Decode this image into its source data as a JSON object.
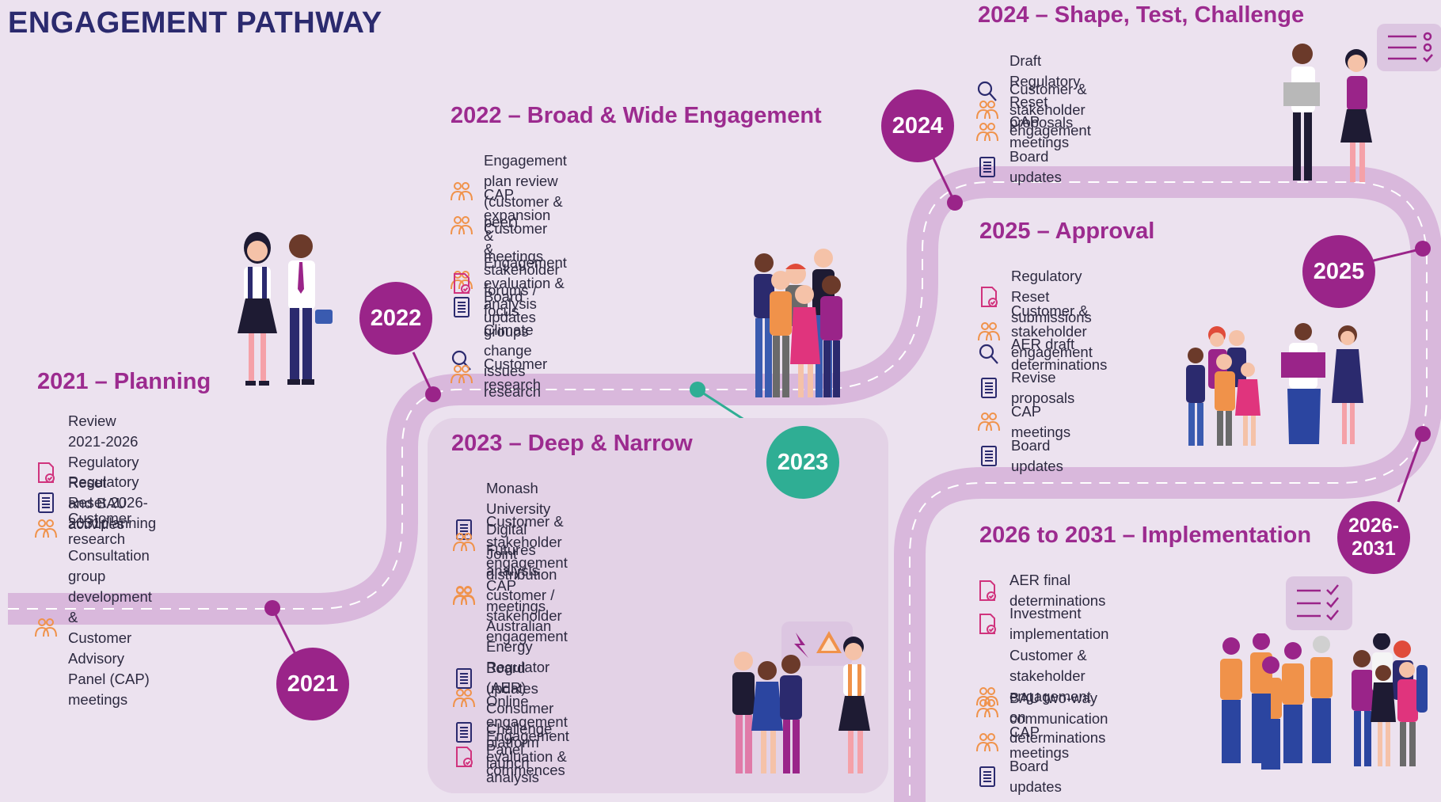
{
  "page_title": "ENGAGEMENT PATHWAY",
  "colors": {
    "background": "#ece2ef",
    "road": "#d9b8dc",
    "purple": "#9a2489",
    "teal": "#2fae94",
    "title": "#2b2a6e",
    "section_title": "#9c2b8f",
    "icon_orange": "#f0924a",
    "icon_navy": "#2b2a6e",
    "icon_pink": "#d0337d"
  },
  "years": {
    "y2021": "2021",
    "y2022": "2022",
    "y2023": "2023",
    "y2024": "2024",
    "y2025": "2025",
    "y2026": "2026-\n2031"
  },
  "sections": {
    "s2021": {
      "title": "2021 – Planning",
      "items": [
        {
          "icon": "document-check-icon",
          "text": "Review 2021-2026 Regulatory Reset\nand BAU activities"
        },
        {
          "icon": "document-icon",
          "text": "Regulatory Reset 2026-2031planning"
        },
        {
          "icon": "people-icon",
          "text": "Customer research"
        },
        {
          "icon": "people-icon",
          "text": "Consultation group development &\nCustomer Advisory Panel (CAP) meetings"
        }
      ]
    },
    "s2022": {
      "title": "2022 – Broad & Wide Engagement",
      "items": [
        {
          "icon": "people-icon",
          "text": "Engagement plan review (customer & peer)"
        },
        {
          "icon": "people-icon",
          "text": "CAP expansion & meetings"
        },
        {
          "icon": "people-icon",
          "text": "Customer & stakeholder forums / focus groups"
        },
        {
          "icon": "document-check-icon",
          "text": "Engagement evaluation & analysis"
        },
        {
          "icon": "document-icon",
          "text": "Board updates"
        },
        {
          "icon": "magnifier-icon",
          "text": "Climate change issues research"
        },
        {
          "icon": "people-icon",
          "text": "Customer research"
        }
      ]
    },
    "s2023": {
      "title": "2023 – Deep & Narrow",
      "items": [
        {
          "icon": "document-icon",
          "text": "Monash University Digital Futures analysis"
        },
        {
          "icon": "people-icon",
          "text": "Customer & stakeholder engagement"
        },
        {
          "icon": "people-icon",
          "text": "Joint distribution customer / stakeholder engagement"
        },
        {
          "icon": "people-icon",
          "text": "CAP meetings"
        },
        {
          "icon": "people-icon",
          "text": "Australian Energy Regulator (AER)\nConsumer Challenge Panel commences"
        },
        {
          "icon": "document-icon",
          "text": "Board updates"
        },
        {
          "icon": "document-icon",
          "text": "Online engagement platform launch"
        },
        {
          "icon": "document-check-icon",
          "text": "Engagement evaluation & analysis"
        }
      ]
    },
    "s2024": {
      "title": "2024 – Shape, Test, Challenge",
      "items": [
        {
          "icon": "magnifier-icon",
          "text": "Draft Regulatory Reset proposals"
        },
        {
          "icon": "people-icon",
          "text": "Customer & stakeholder engagement"
        },
        {
          "icon": "people-icon",
          "text": "CAP meetings"
        },
        {
          "icon": "document-icon",
          "text": "Board updates"
        }
      ]
    },
    "s2025": {
      "title": "2025 – Approval",
      "items": [
        {
          "icon": "document-check-icon",
          "text": "Regulatory Reset submissions"
        },
        {
          "icon": "people-icon",
          "text": "Customer & stakeholder engagement"
        },
        {
          "icon": "magnifier-icon",
          "text": "AER draft determinations"
        },
        {
          "icon": "document-icon",
          "text": "Revise proposals"
        },
        {
          "icon": "people-icon",
          "text": "CAP meetings"
        },
        {
          "icon": "document-icon",
          "text": "Board updates"
        }
      ]
    },
    "s2026": {
      "title": "2026 to 2031 – Implementation",
      "items": [
        {
          "icon": "document-check-icon",
          "text": "AER final determinations"
        },
        {
          "icon": "document-check-icon",
          "text": "Investment implementation"
        },
        {
          "icon": "people-icon",
          "text": "Customer & stakeholder engagement\non determinations"
        },
        {
          "icon": "people-icon",
          "text": "BAU two-way communication"
        },
        {
          "icon": "people-icon",
          "text": "CAP meetings"
        },
        {
          "icon": "document-icon",
          "text": "Board updates"
        }
      ]
    }
  }
}
